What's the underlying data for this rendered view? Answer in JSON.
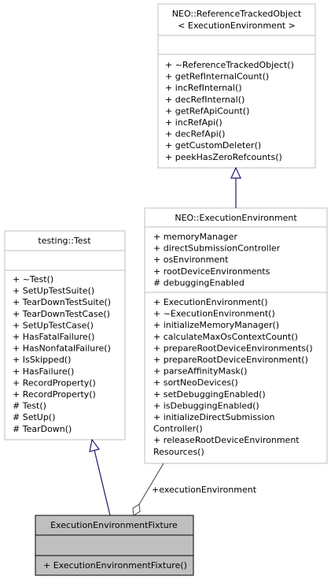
{
  "classes": {
    "reference_tracked": {
      "title_lines": [
        "NEO::ReferenceTrackedObject",
        "< ExecutionEnvironment >"
      ],
      "attributes": [],
      "methods": [
        "+ ~ReferenceTrackedObject()",
        "+ getRefInternalCount()",
        "+ incRefInternal()",
        "+ decRefInternal()",
        "+ getRefApiCount()",
        "+ incRefApi()",
        "+ decRefApi()",
        "+ getCustomDeleter()",
        "+ peekHasZeroRefcounts()"
      ]
    },
    "execution_environment": {
      "title_lines": [
        "NEO::ExecutionEnvironment"
      ],
      "attributes": [
        "+ memoryManager",
        "+ directSubmissionController",
        "+ osEnvironment",
        "+ rootDeviceEnvironments",
        "# debuggingEnabled"
      ],
      "methods": [
        "+ ExecutionEnvironment()",
        "+ ~ExecutionEnvironment()",
        "+ initializeMemoryManager()",
        "+ calculateMaxOsContextCount()",
        "+ prepareRootDeviceEnvironments()",
        "+ prepareRootDeviceEnvironment()",
        "+ parseAffinityMask()",
        "+ sortNeoDevices()",
        "+ setDebuggingEnabled()",
        "+ isDebuggingEnabled()",
        "+ initializeDirectSubmission",
        "Controller()",
        "+ releaseRootDeviceEnvironment",
        "Resources()"
      ]
    },
    "testing_test": {
      "title_lines": [
        "testing::Test"
      ],
      "attributes": [],
      "methods": [
        "+ ~Test()",
        "+ SetUpTestSuite()",
        "+ TearDownTestSuite()",
        "+ TearDownTestCase()",
        "+ SetUpTestCase()",
        "+ HasFatalFailure()",
        "+ HasNonfatalFailure()",
        "+ IsSkipped()",
        "+ HasFailure()",
        "+ RecordProperty()",
        "+ RecordProperty()",
        "# Test()",
        "# SetUp()",
        "# TearDown()"
      ]
    },
    "fixture": {
      "title_lines": [
        "ExecutionEnvironmentFixture"
      ],
      "attributes": [],
      "methods": [
        "+ ExecutionEnvironmentFixture()"
      ]
    }
  },
  "relations": {
    "composition_label": "+executionEnvironment"
  },
  "colors": {
    "inheritance_edge": "#191970",
    "composition_edge": "#404040",
    "box_border": "#bfbfbf",
    "highlight_fill": "#bfbfbf"
  }
}
